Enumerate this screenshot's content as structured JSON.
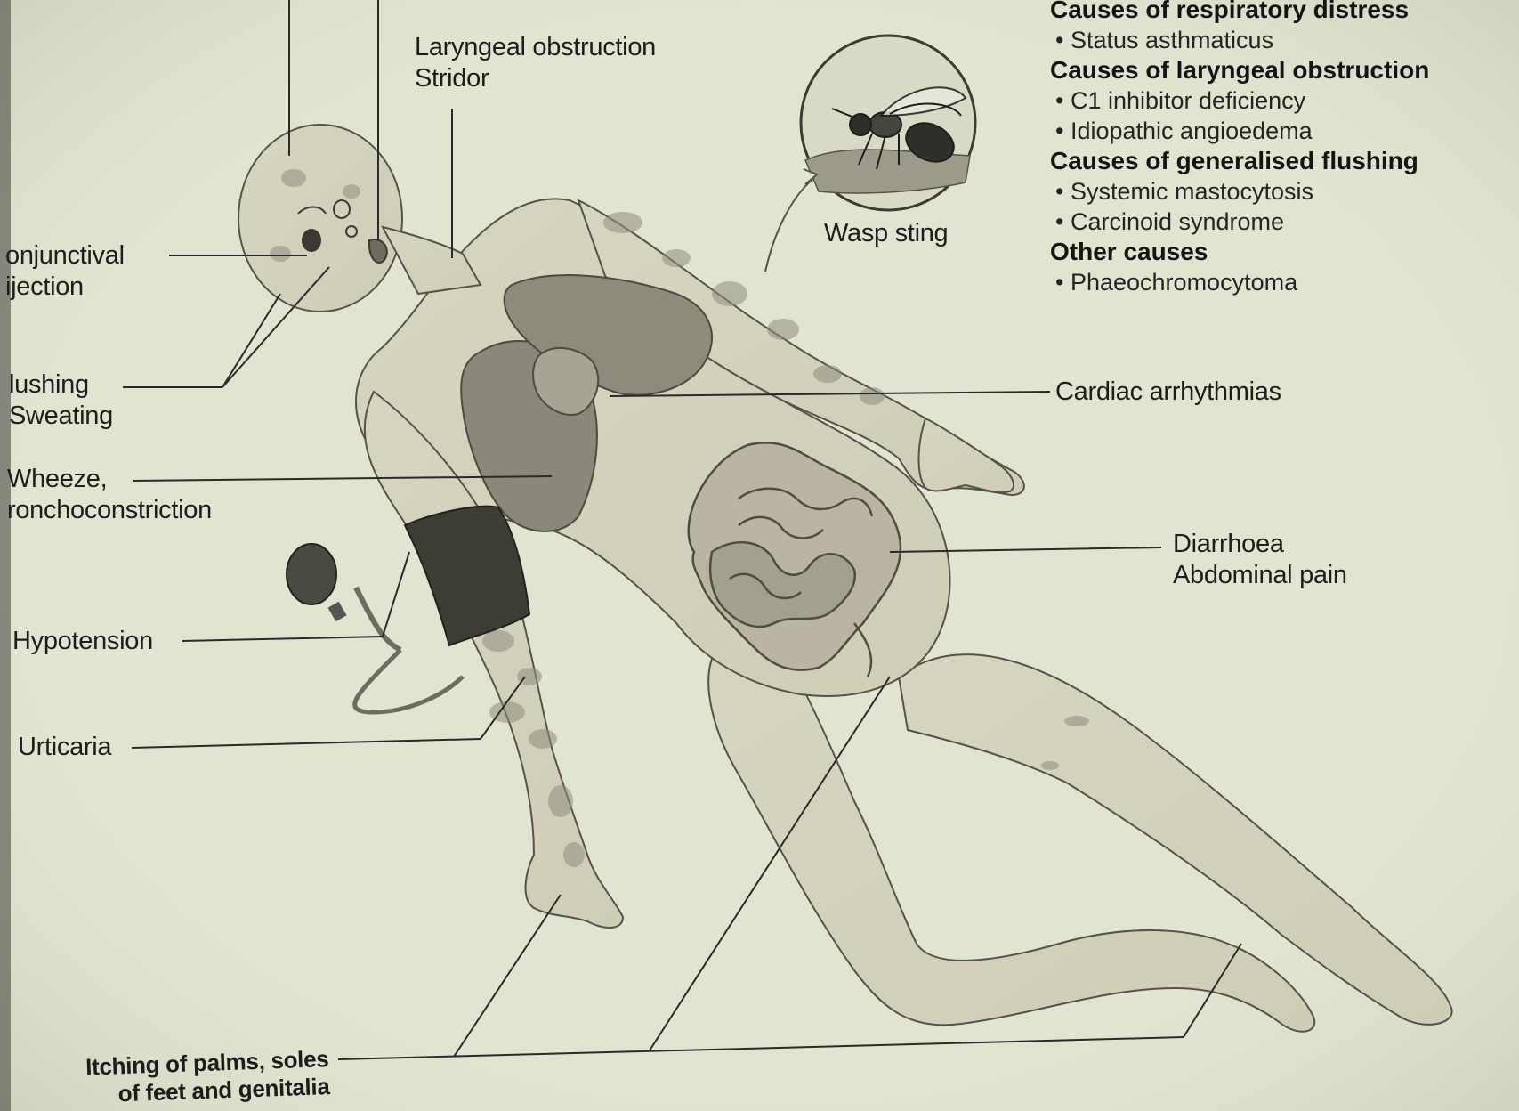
{
  "labels": {
    "laryngeal": [
      "Laryngeal obstruction",
      "Stridor"
    ],
    "conjunctival": [
      "onjunctival",
      "ijection"
    ],
    "flushing": [
      "lushing",
      "Sweating"
    ],
    "wheeze": [
      "Wheeze,",
      "ronchoconstriction"
    ],
    "hypotension": "Hypotension",
    "urticaria": "Urticaria",
    "itching": [
      "Itching of palms, soles",
      "of feet and genitalia"
    ],
    "cardiac": "Cardiac arrhythmias",
    "gi": [
      "Diarrhoea",
      "Abdominal pain"
    ],
    "wasp": "Wasp sting"
  },
  "causes": [
    {
      "heading": "Causes of respiratory distress",
      "items": [
        "Status asthmaticus"
      ]
    },
    {
      "heading": "Causes of laryngeal obstruction",
      "items": [
        "C1 inhibitor deficiency",
        "Idiopathic angioedema"
      ]
    },
    {
      "heading": "Causes of generalised flushing",
      "items": [
        "Systemic mastocytosis",
        "Carcinoid syndrome"
      ]
    },
    {
      "heading": "Other causes",
      "items": [
        "Phaeochromocytoma"
      ]
    }
  ],
  "bullet": "•",
  "colors": {
    "paper": "#e2e4d2",
    "skin": "#d2d1bb",
    "organ": "#8f8b7d",
    "line": "#2a2a2a"
  }
}
